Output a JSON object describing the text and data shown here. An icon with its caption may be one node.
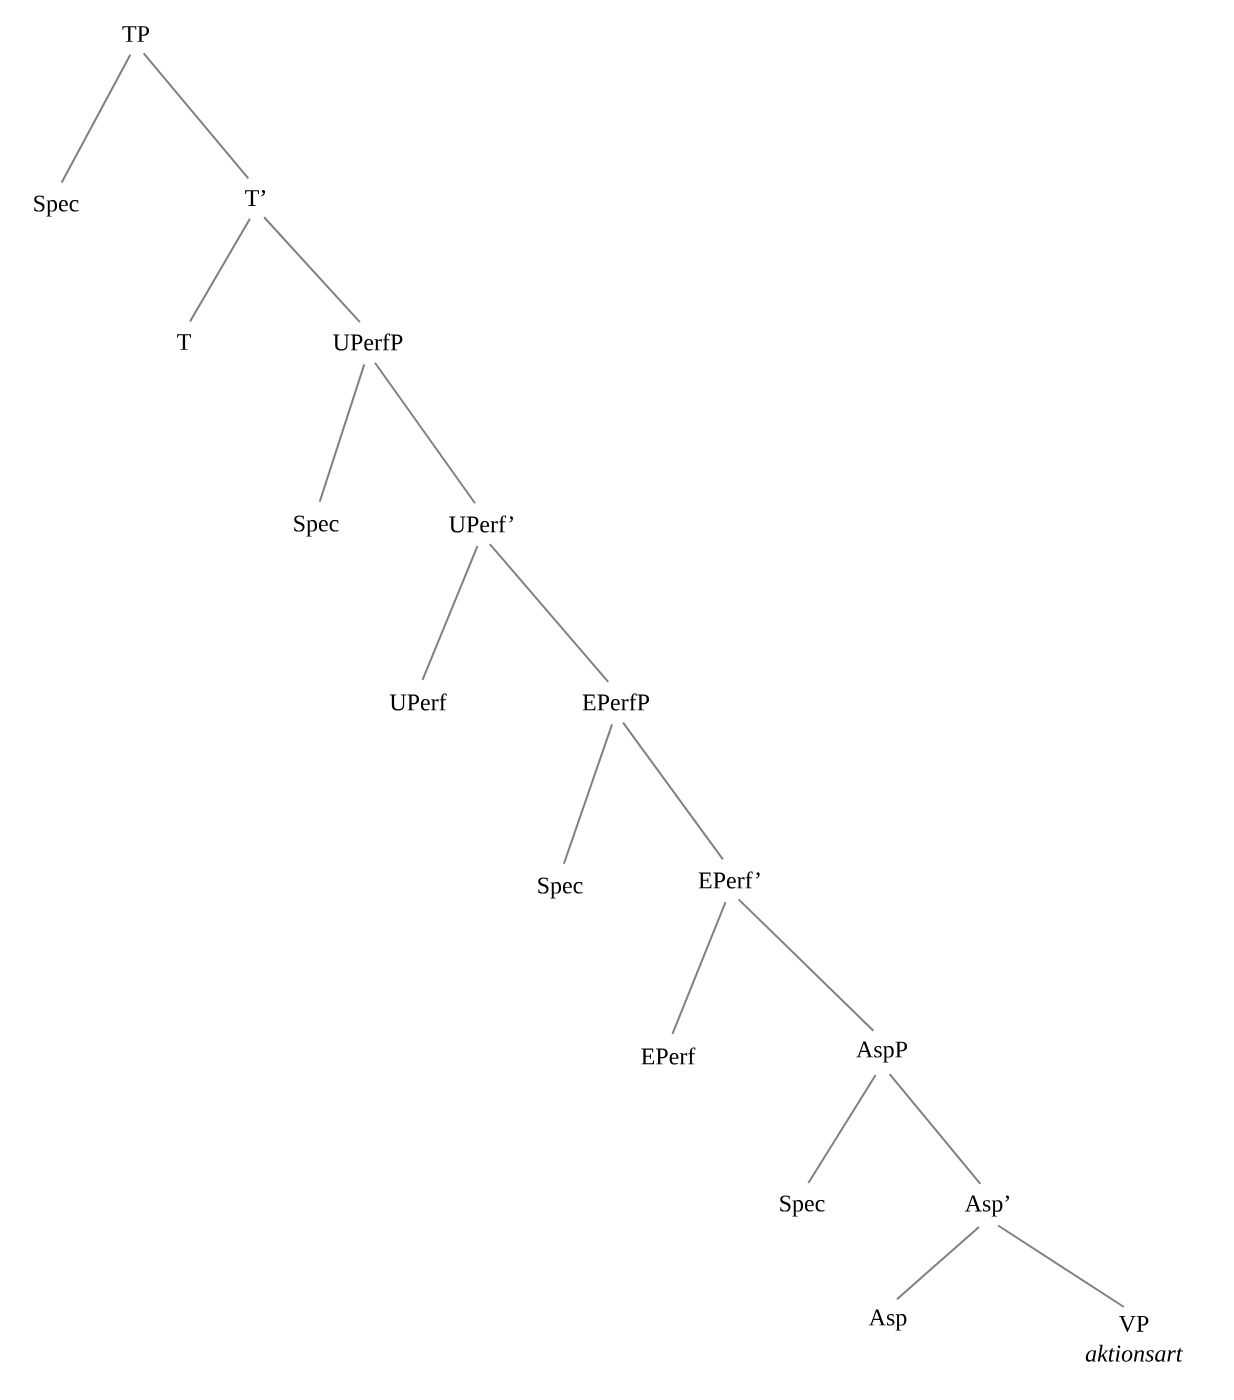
{
  "diagram": {
    "nodes": [
      {
        "text": [
          "TP"
        ]
      },
      {
        "text": [
          "Spec"
        ]
      },
      {
        "text": [
          "T’"
        ]
      },
      {
        "text": [
          "T"
        ]
      },
      {
        "text": [
          "UPerfP"
        ]
      },
      {
        "text": [
          "Spec"
        ]
      },
      {
        "text": [
          "UPerf’"
        ]
      },
      {
        "text": [
          "UPerf"
        ]
      },
      {
        "text": [
          "EPerfP"
        ]
      },
      {
        "text": [
          "Spec"
        ]
      },
      {
        "text": [
          "EPerf’"
        ]
      },
      {
        "text": [
          "EPerf"
        ]
      },
      {
        "text": [
          "AspP"
        ]
      },
      {
        "text": [
          "Spec"
        ]
      },
      {
        "text": [
          "Asp’"
        ]
      },
      {
        "text": [
          "Asp"
        ]
      },
      {
        "text": [
          "VP"
        ],
        "beside": [
          "*aktionsart*"
        ]
      }
    ],
    "edges": [
      {
        "from": 0,
        "to": 1,
        "arrow": "none"
      },
      {
        "from": 0,
        "to": 2,
        "arrow": "none"
      },
      {
        "from": 2,
        "to": 3,
        "arrow": "none"
      },
      {
        "from": 2,
        "to": 4,
        "arrow": "none"
      },
      {
        "from": 4,
        "to": 5,
        "arrow": "none"
      },
      {
        "from": 4,
        "to": 6,
        "arrow": "none"
      },
      {
        "from": 6,
        "to": 7,
        "arrow": "none"
      },
      {
        "from": 6,
        "to": 8,
        "arrow": "none"
      },
      {
        "from": 8,
        "to": 9,
        "arrow": "none"
      },
      {
        "from": 8,
        "to": 10,
        "arrow": "none"
      },
      {
        "from": 10,
        "to": 11,
        "arrow": "none"
      },
      {
        "from": 10,
        "to": 12,
        "arrow": "none"
      },
      {
        "from": 12,
        "to": 13,
        "arrow": "none"
      },
      {
        "from": 12,
        "to": 14,
        "arrow": "none"
      },
      {
        "from": 14,
        "to": 15,
        "arrow": "none"
      },
      {
        "from": 14,
        "to": 16,
        "arrow": "none"
      }
    ]
  }
}
